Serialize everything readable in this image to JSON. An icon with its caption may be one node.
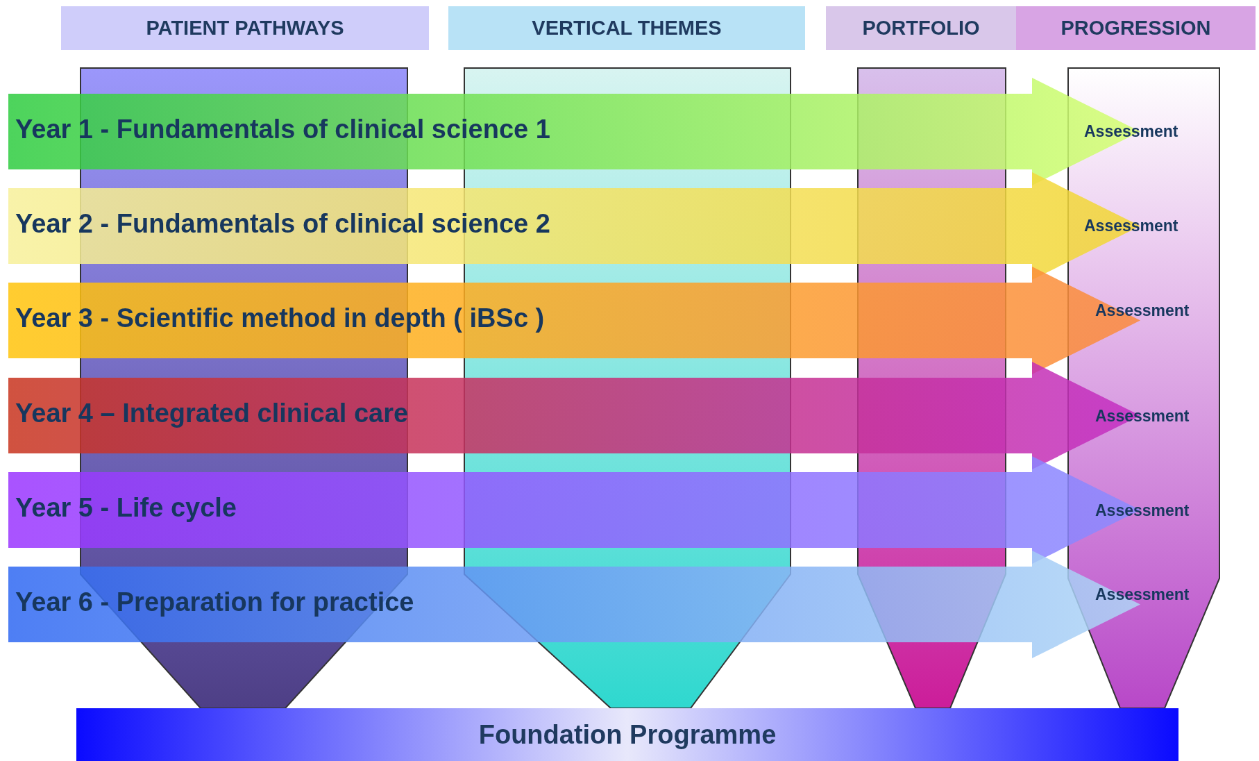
{
  "diagram": {
    "nodes": [
      {
        "text": [
          "PATIENT PATHWAYS"
        ]
      },
      {
        "text": [
          "VERTICAL THEMES"
        ]
      },
      {
        "text": [
          "PORTFOLIO"
        ]
      },
      {
        "text": [
          "PROGRESSION"
        ]
      },
      {
        "text": [],
        "shape": "funnel"
      },
      {
        "text": [],
        "shape": "funnel"
      },
      {
        "text": [],
        "shape": "funnel"
      },
      {
        "text": [],
        "shape": "funnel"
      },
      {
        "text": [
          "Year 1 - Fundamentals of clinical science 1"
        ]
      },
      {
        "text": [
          "Year 2 - Fundamentals of clinical science 2"
        ]
      },
      {
        "text": [
          "Year 3 - Scientific method in depth ( iBSc )"
        ]
      },
      {
        "text": [
          "Year 4 – Integrated clinical care"
        ]
      },
      {
        "text": [
          "Year 5 - Life cycle"
        ]
      },
      {
        "text": [
          "Year 6 - Preparation for practice"
        ]
      },
      {
        "text": [
          "Foundation Programme"
        ]
      }
    ],
    "edges": [],
    "labels": [
      "Assessment",
      "Assessment",
      "Assessment",
      "Assessment",
      "Assessment",
      "Assessment"
    ]
  }
}
